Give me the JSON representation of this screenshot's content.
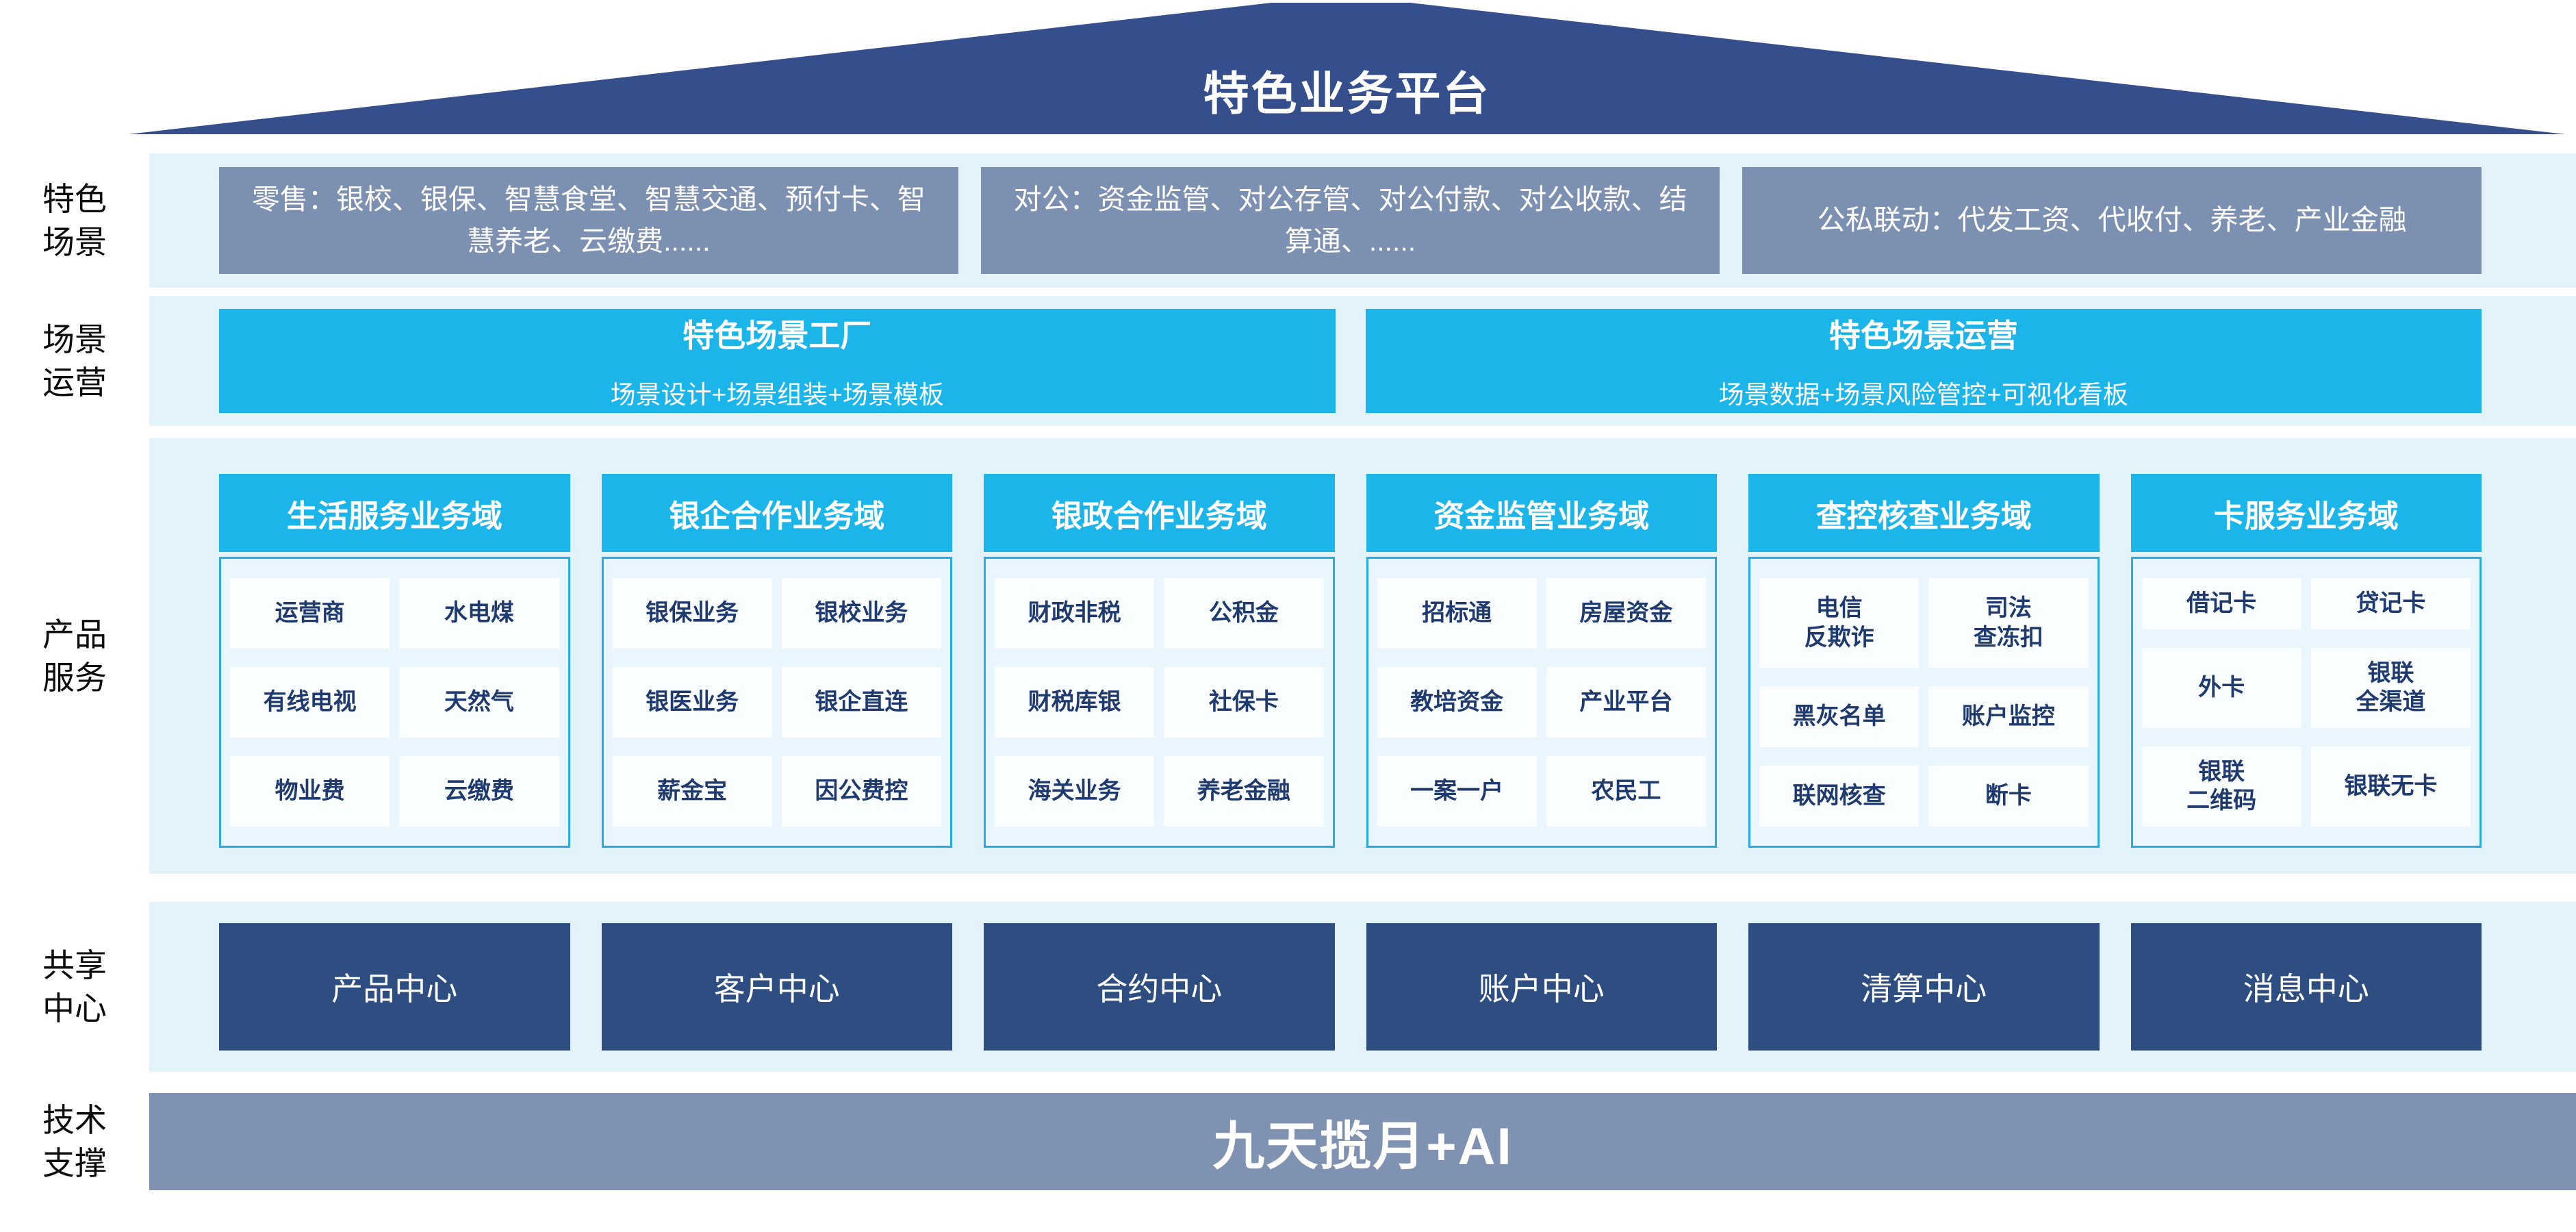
{
  "title": "特色业务平台",
  "colors": {
    "roof_navy": "#344F8C",
    "band_light_blue": "#E2F3FC",
    "scene_slate": "#7C90B2",
    "accent_cyan": "#1CB5EA",
    "body_border_cyan": "#2AACE2",
    "item_text_navy": "#1E3A6E",
    "center_navy": "#2E4D80",
    "tech_bar_gray_blue": "#8092B1"
  },
  "scenes": {
    "label": "特色\n场景",
    "boxes": [
      "零售：银校、银保、智慧食堂、智慧交通、预付卡、智慧养老、云缴费......",
      "对公：资金监管、对公存管、对公付款、对公收款、结算通、......",
      "公私联动：代发工资、代收付、养老、产业金融"
    ]
  },
  "operation": {
    "label": "场景\n运营",
    "boxes": [
      {
        "title": "特色场景工厂",
        "subtitle": "场景设计+场景组装+场景模板"
      },
      {
        "title": "特色场景运营",
        "subtitle": "场景数据+场景风险管控+可视化看板"
      }
    ]
  },
  "products": {
    "label": "产品\n服务",
    "columns": [
      {
        "header": "生活服务业务域",
        "items": [
          "运营商",
          "水电煤",
          "有线电视",
          "天然气",
          "物业费",
          "云缴费"
        ]
      },
      {
        "header": "银企合作业务域",
        "items": [
          "银保业务",
          "银校业务",
          "银医业务",
          "银企直连",
          "薪金宝",
          "因公费控"
        ]
      },
      {
        "header": "银政合作业务域",
        "items": [
          "财政非税",
          "公积金",
          "财税库银",
          "社保卡",
          "海关业务",
          "养老金融"
        ]
      },
      {
        "header": "资金监管业务域",
        "items": [
          "招标通",
          "房屋资金",
          "教培资金",
          "产业平台",
          "一案一户",
          "农民工"
        ]
      },
      {
        "header": "查控核查业务域",
        "items": [
          "电信\n反欺诈",
          "司法\n查冻扣",
          "黑灰名单",
          "账户监控",
          "联网核查",
          "断卡"
        ]
      },
      {
        "header": "卡服务业务域",
        "items": [
          "借记卡",
          "贷记卡",
          "外卡",
          "银联\n全渠道",
          "银联\n二维码",
          "银联无卡"
        ]
      }
    ]
  },
  "shared": {
    "label": "共享\n中心",
    "centers": [
      "产品中心",
      "客户中心",
      "合约中心",
      "账户中心",
      "清算中心",
      "消息中心"
    ]
  },
  "tech": {
    "label": "技术\n支撑",
    "bar": "九天揽月+AI"
  }
}
